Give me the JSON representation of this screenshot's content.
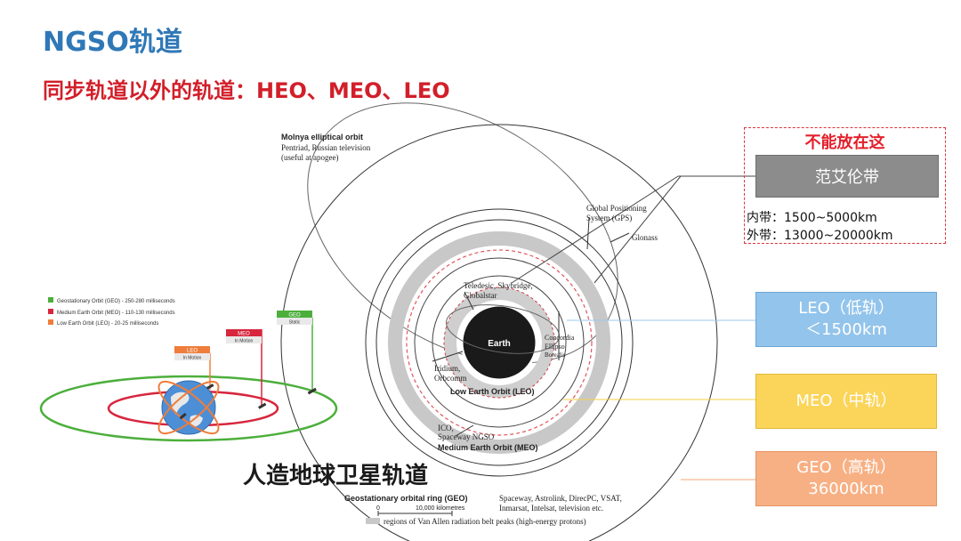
{
  "title": "NGSO轨道",
  "subtitle": "同步轨道以外的轨道：HEO、MEO、LEO",
  "diagram": {
    "molniya": [
      "Molnya elliptical orbit",
      "Pentriad, Russian television",
      "(useful at apogee)"
    ],
    "gps": [
      "Global Positioning",
      "System (GPS)"
    ],
    "glonass": "Glonass",
    "teledesic": [
      "Teledesic, Skybridge,",
      "Globalstar"
    ],
    "earth": "Earth",
    "concordia": [
      "Concordia",
      "Ellipso"
    ],
    "borealis": "Borealis",
    "iridium": [
      "Iridium,",
      "Orbcomm"
    ],
    "leo_label": "Low Earth Orbit (LEO)",
    "ico": [
      "ICO,",
      "Spaceway NGSO"
    ],
    "meo_label": "Medium Earth Orbit (MEO)",
    "geo_ring": "Geostationary orbital ring (GEO)",
    "geo_sats": [
      "Spaceway, Astrolink, DirecPC, VSAT,",
      "Inmarsat, Intelsat, television etc."
    ],
    "scale": {
      "zero": "0",
      "km": "10,000 kilometres"
    },
    "legend": "regions of Van Allen radiation belt peaks (high-energy protons)"
  },
  "inset": {
    "legend": [
      {
        "text": "Geostationary Orbit (GEO) - 250-280 milliseconds",
        "color": "#4caf3c"
      },
      {
        "text": "Medium Earth Orbit (MEO) - 110-130 milliseconds",
        "color": "#d7263d"
      },
      {
        "text": "Low Earth Orbit (LEO) - 20-25 milliseconds",
        "color": "#ef7d3b"
      }
    ],
    "flags": {
      "leo": {
        "label": "LEO",
        "sub": "In Motion"
      },
      "meo": {
        "label": "MEO",
        "sub": "In Motion"
      },
      "geo": {
        "label": "GEO",
        "sub": "Static"
      }
    },
    "caption": "人造地球卫星轨道"
  },
  "warning": {
    "title": "不能放在这",
    "box": "范艾伦带",
    "inner": "内带：1500~5000km",
    "outer": "外带：13000~20000km"
  },
  "boxes": {
    "leo": {
      "line1": "LEO（低轨）",
      "line2": "＜1500km"
    },
    "meo": {
      "line1": "MEO（中轨）",
      "line2": ""
    },
    "geo": {
      "line1": "GEO（高轨）",
      "line2": "36000km"
    }
  },
  "colors": {
    "title": "#2f78b7",
    "subtitle": "#d21f2a",
    "leo_box": "#93c4eb",
    "meo_box": "#fbd55a",
    "geo_box": "#f7b084",
    "warning": "#e3202b"
  }
}
